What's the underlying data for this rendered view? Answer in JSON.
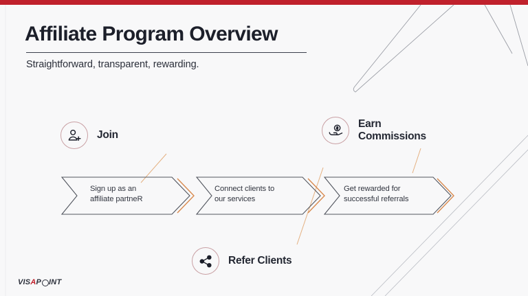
{
  "slide": {
    "background_color": "#f8f8f9",
    "accent_bar_color": "#c0212c",
    "accent_orange": "#d98a4e",
    "circle_stroke_color": "#c9a0a4",
    "outline_color": "#52565f"
  },
  "header": {
    "title": "Affiliate Program Overview",
    "subtitle": "Straightforward, transparent, rewarding."
  },
  "nodes": [
    {
      "id": "join",
      "label": "Join",
      "icon": "user-plus-icon"
    },
    {
      "id": "refer",
      "label": "Refer Clients",
      "icon": "share-network-icon"
    },
    {
      "id": "earn",
      "label": "Earn\nCommissions",
      "icon": "hand-coin-icon"
    }
  ],
  "steps": [
    {
      "text": "Sign up as an\naffiliate partneR"
    },
    {
      "text": "Connect clients to\nour services"
    },
    {
      "text": "Get rewarded for\nsuccessful referrals"
    }
  ],
  "footer": {
    "logo_part1": "VIS",
    "logo_accent": "A",
    "logo_part2": "P",
    "logo_part3": "INT"
  }
}
